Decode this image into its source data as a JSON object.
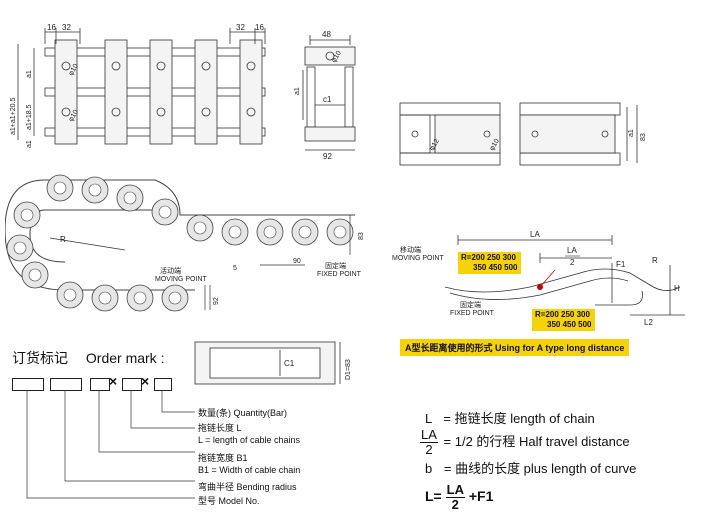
{
  "top_left_diagram": {
    "dims_top": [
      "16",
      "32",
      "32",
      "16"
    ],
    "phi_holes": [
      "φ10",
      "φ10"
    ],
    "dims_left": [
      "a1+a1+20.5",
      "a1",
      "a1+18.5",
      "a1"
    ]
  },
  "top_mid_diagram": {
    "dims": [
      "48",
      "φ10",
      "a1",
      "c1",
      "92"
    ]
  },
  "top_right_diagram": {
    "dims": [
      "φ12",
      "φ10",
      "83",
      "a1"
    ]
  },
  "chain_side_view": {
    "radius_label": "R",
    "moving_point_cn": "活动端",
    "moving_point_en": "MOVING POINT",
    "fixed_point_cn": "固定端",
    "fixed_point_en": "FIXED POINT",
    "dim_90": "90",
    "dim_83": "83",
    "dim_92": "92",
    "dim_5": "5"
  },
  "long_distance_diagram": {
    "la": "LA",
    "la_half_num": "LA",
    "la_half_den": "2",
    "moving_point_cn": "移动端",
    "moving_point_en": "MOVING POINT",
    "fixed_point_cn": "固定端",
    "fixed_point_en": "FIXED POINT",
    "r_values_top": [
      "R=200 250 300",
      "350 450 500"
    ],
    "r_values_bottom": [
      "R=200 250 300",
      "350 450 500"
    ],
    "f1": "F1",
    "r": "R",
    "h": "H",
    "l2": "L2",
    "caption": "A型长距离使用的形式   Using for A type long distance"
  },
  "order": {
    "title_cn": "订货标记",
    "title_en": "Order mark",
    "colon": ":",
    "section_dims": [
      "C1",
      "D1=83"
    ],
    "x_mark": "×",
    "legend": [
      "数量(条) Quantity(Bar)",
      "拖链长度 L",
      "L = length of cable chains",
      "拖链宽度 B1",
      "B1 = Width of cable chain",
      "弯曲半径 Bending radius",
      "型号 Model No."
    ]
  },
  "formulas": {
    "l_symbol": "L",
    "l_text": "= 拖链长度  length of chain",
    "la_num": "LA",
    "la_den": "2",
    "la_text": "= 1/2 的行程  Half travel distance",
    "b_symbol": "b",
    "b_text": "= 曲线的长度  plus length of curve",
    "final_prefix": "L=",
    "final_num": "LA",
    "final_den": "2",
    "final_suffix": "+F1"
  }
}
